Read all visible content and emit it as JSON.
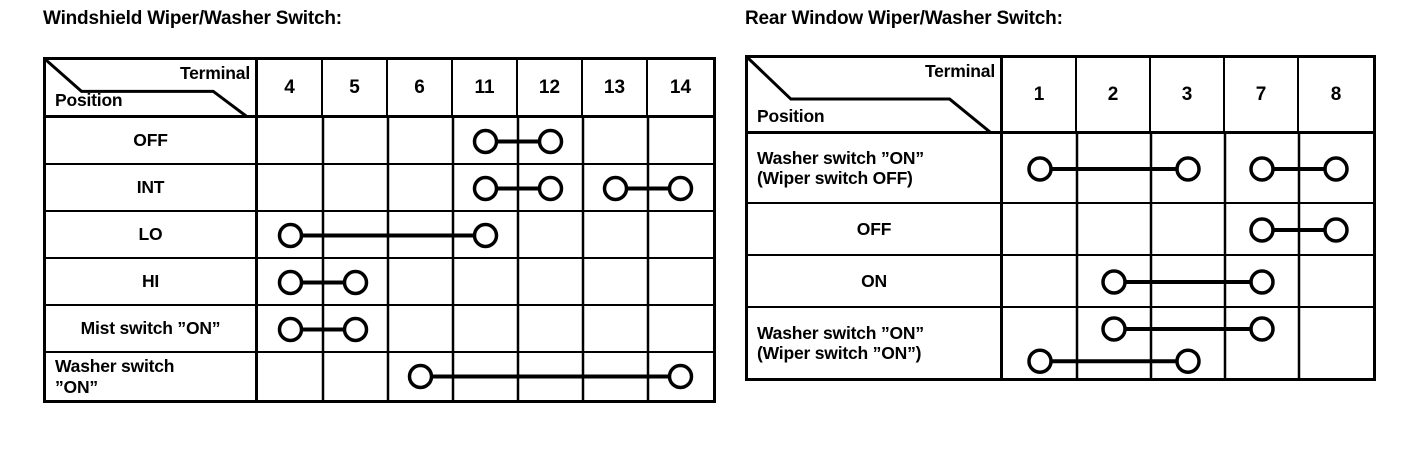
{
  "tables": [
    {
      "title": "Windshield Wiper/Washer Switch:",
      "header": {
        "terminal_label": "Terminal",
        "position_label": "Position"
      },
      "terminals": [
        "4",
        "5",
        "6",
        "11",
        "12",
        "13",
        "14"
      ],
      "rows": [
        {
          "label": "OFF",
          "align": "center",
          "connections": [
            {
              "from": "11",
              "to": "12"
            }
          ]
        },
        {
          "label": "INT",
          "align": "center",
          "connections": [
            {
              "from": "11",
              "to": "12"
            },
            {
              "from": "13",
              "to": "14"
            }
          ]
        },
        {
          "label": "LO",
          "align": "center",
          "connections": [
            {
              "from": "4",
              "to": "11"
            }
          ]
        },
        {
          "label": "HI",
          "align": "center",
          "connections": [
            {
              "from": "4",
              "to": "5"
            }
          ]
        },
        {
          "label": "Mist switch ”ON”",
          "align": "center",
          "connections": [
            {
              "from": "4",
              "to": "5"
            }
          ]
        },
        {
          "label": "Washer switch\n”ON”",
          "align": "left",
          "connections": [
            {
              "from": "6",
              "to": "14"
            }
          ]
        }
      ]
    },
    {
      "title": "Rear Window Wiper/Washer Switch:",
      "header": {
        "terminal_label": "Terminal",
        "position_label": "Position"
      },
      "terminals": [
        "1",
        "2",
        "3",
        "7",
        "8"
      ],
      "rows": [
        {
          "label": "Washer switch ”ON”\n(Wiper switch OFF)",
          "align": "left",
          "connections": [
            {
              "from": "1",
              "to": "3"
            },
            {
              "from": "7",
              "to": "8"
            }
          ]
        },
        {
          "label": "OFF",
          "align": "center",
          "connections": [
            {
              "from": "7",
              "to": "8"
            }
          ]
        },
        {
          "label": "ON",
          "align": "center",
          "connections": [
            {
              "from": "2",
              "to": "7"
            }
          ]
        },
        {
          "label": "Washer switch ”ON”\n(Wiper switch ”ON”)",
          "align": "left",
          "connections": [
            {
              "from": "2",
              "to": "7",
              "v": 0.3
            },
            {
              "from": "1",
              "to": "3",
              "v": 0.76
            }
          ]
        }
      ]
    }
  ],
  "colors": {
    "ink": "#000000",
    "paper": "#ffffff"
  }
}
